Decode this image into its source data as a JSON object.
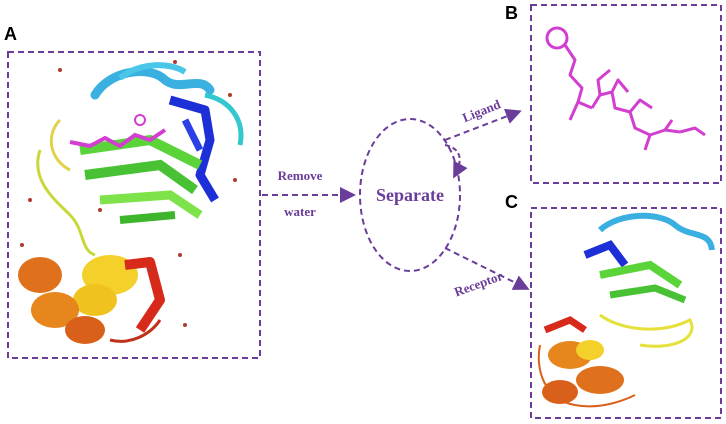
{
  "panels": {
    "a": "A",
    "b": "B",
    "c": "C"
  },
  "labels": {
    "remove": "Remove",
    "water": "water",
    "separate": "Separate",
    "ligand": "Ligand",
    "receptor": "Receptor"
  },
  "colors": {
    "dash": "#6a3d9a",
    "ligand": "#d23fd0",
    "text": "#6a3d9a"
  }
}
